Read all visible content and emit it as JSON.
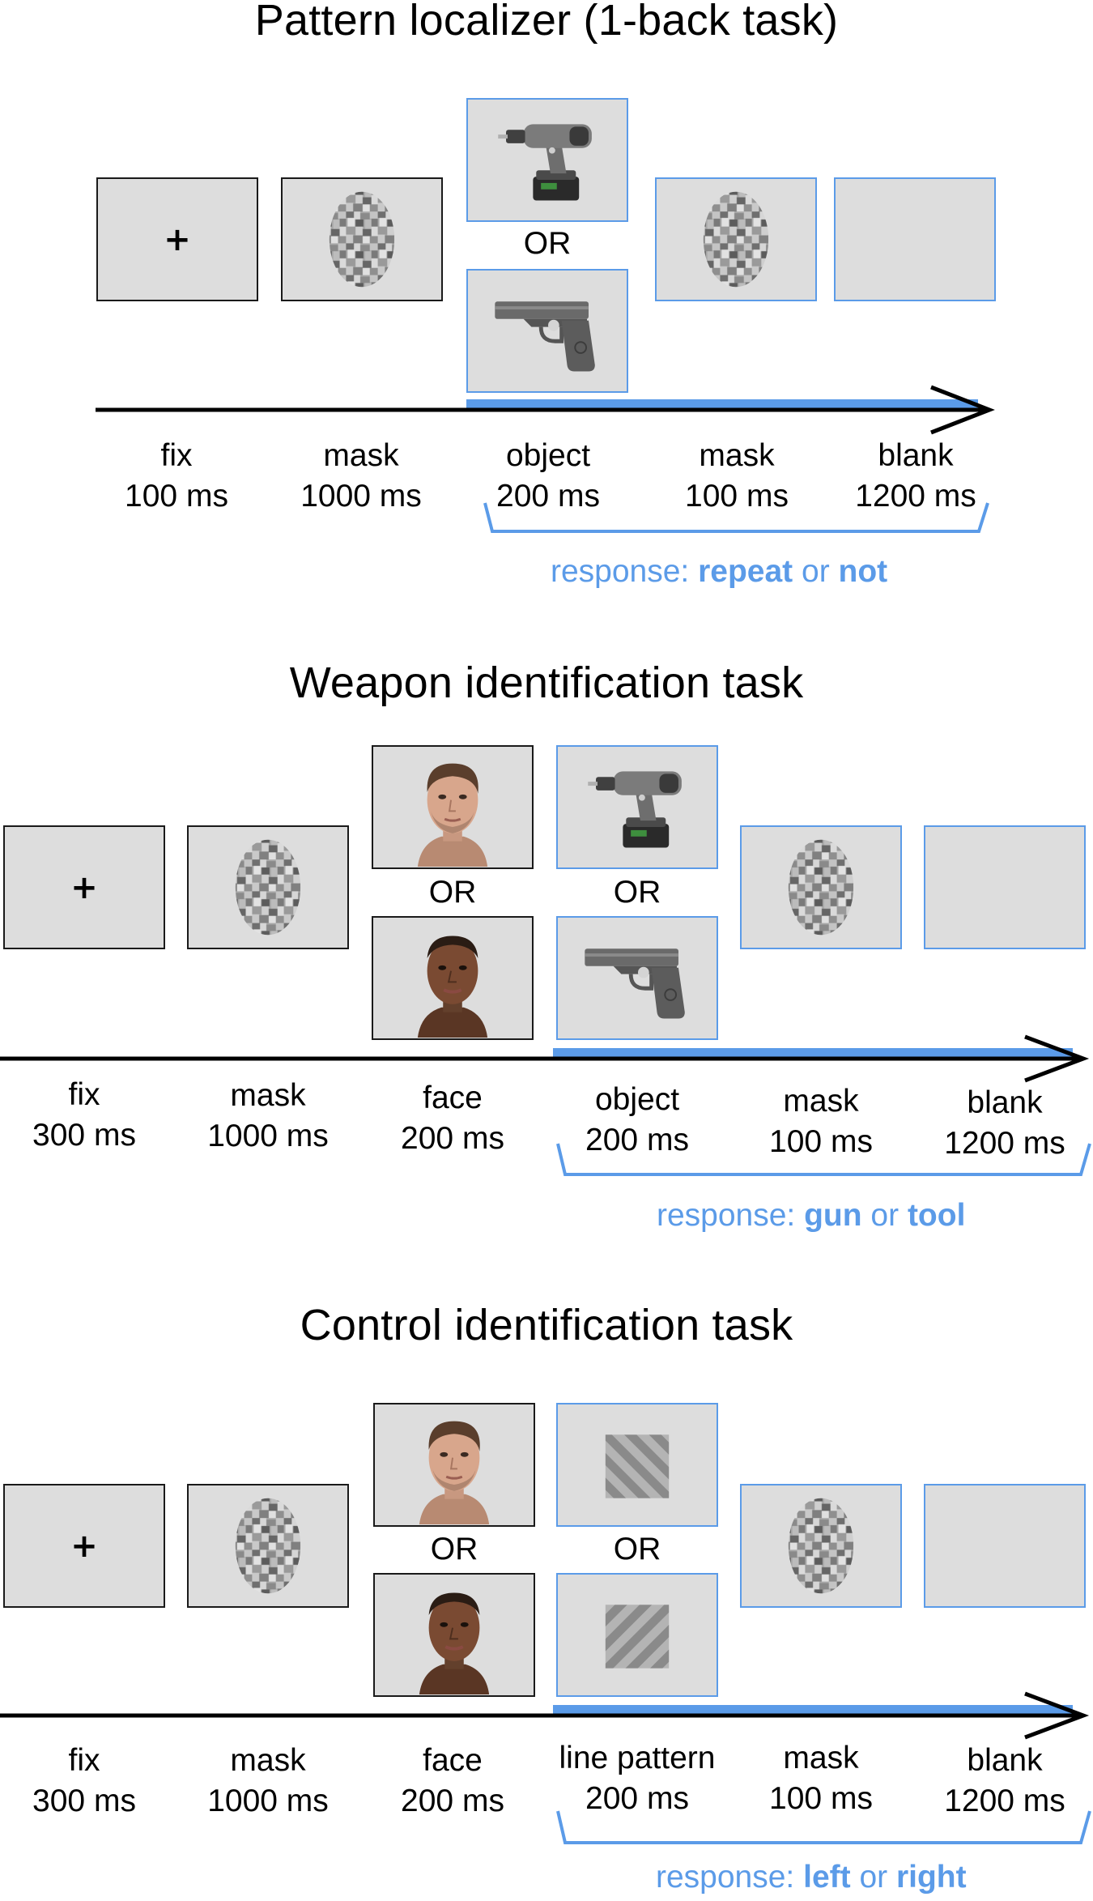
{
  "colors": {
    "accent": "#5b9be8",
    "panel": "#dddddd",
    "line": "#000000"
  },
  "icons": {
    "fix": "fixation-cross-icon",
    "mask": "noise-mask-oval",
    "tool": "cordless-drill-icon",
    "gun": "handgun-icon",
    "face_a": "face-light-icon",
    "face_b": "face-dark-icon",
    "pattern_a": "diagonal-stripes-icon",
    "pattern_b": "diagonal-stripes-reverse-icon"
  },
  "fixation_symbol": "+",
  "section1": {
    "title": "Pattern localizer (1-back task)",
    "or_label": "OR",
    "steps": [
      {
        "name": "fix",
        "duration": "100 ms"
      },
      {
        "name": "mask",
        "duration": "1000 ms"
      },
      {
        "name": "object",
        "duration": "200 ms"
      },
      {
        "name": "mask",
        "duration": "100 ms"
      },
      {
        "name": "blank",
        "duration": "1200 ms"
      }
    ],
    "response": {
      "prefix": "response: ",
      "option_a": "repeat",
      "joiner": " or ",
      "option_b": "not"
    }
  },
  "section2": {
    "title": "Weapon identification task",
    "or_label": "OR",
    "steps": [
      {
        "name": "fix",
        "duration": "300 ms"
      },
      {
        "name": "mask",
        "duration": "1000 ms"
      },
      {
        "name": "face",
        "duration": "200 ms"
      },
      {
        "name": "object",
        "duration": "200 ms"
      },
      {
        "name": "mask",
        "duration": "100 ms"
      },
      {
        "name": "blank",
        "duration": "1200 ms"
      }
    ],
    "response": {
      "prefix": "response: ",
      "option_a": "gun",
      "joiner": " or ",
      "option_b": "tool"
    }
  },
  "section3": {
    "title": "Control identification task",
    "or_label": "OR",
    "steps": [
      {
        "name": "fix",
        "duration": "300 ms"
      },
      {
        "name": "mask",
        "duration": "1000 ms"
      },
      {
        "name": "face",
        "duration": "200 ms"
      },
      {
        "name": "line pattern",
        "duration": "200 ms"
      },
      {
        "name": "mask",
        "duration": "100 ms"
      },
      {
        "name": "blank",
        "duration": "1200 ms"
      }
    ],
    "response": {
      "prefix": "response: ",
      "option_a": "left",
      "joiner": " or ",
      "option_b": "right"
    }
  }
}
